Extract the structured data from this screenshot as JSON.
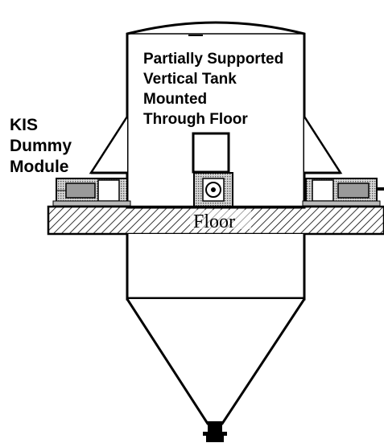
{
  "diagram": {
    "tank_label_lines": [
      "Partially Supported",
      "Vertical Tank",
      "Mounted",
      "Through Floor"
    ],
    "module_label_lines": [
      "KIS",
      "Dummy",
      "Module"
    ],
    "floor_label": "Floor",
    "colors": {
      "ink": "#000000",
      "paper": "#ffffff",
      "shade": "#9a9a9a"
    }
  }
}
